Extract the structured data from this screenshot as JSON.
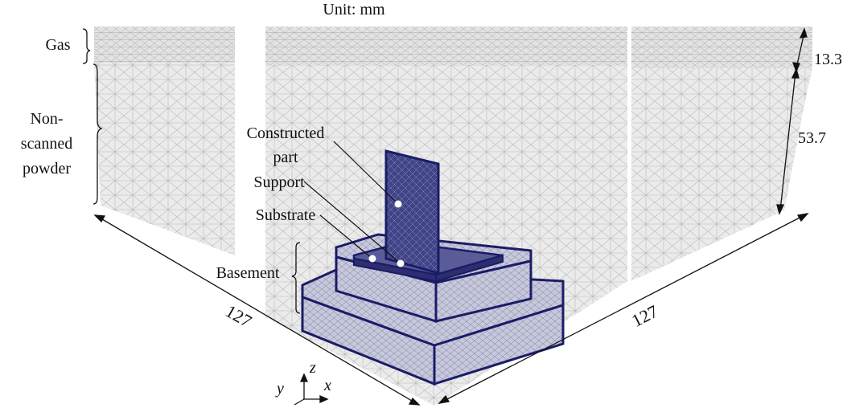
{
  "title": "Unit: mm",
  "labels": {
    "gas": "Gas",
    "non_scanned_powder": [
      "Non-",
      "scanned",
      "powder"
    ],
    "constructed_part": [
      "Constructed",
      "part"
    ],
    "support": "Support",
    "substrate": "Substrate",
    "basement": "Basement"
  },
  "dimensions": {
    "gas_height": "13.3",
    "powder_height": "53.7",
    "width_left": "127",
    "width_right": "127"
  },
  "axes": {
    "x": "x",
    "y": "y",
    "z": "z"
  },
  "colors": {
    "mesh_fill": "#e9e9e9",
    "mesh_line": "#b7b7b7",
    "part_fill": "#3a3d7e",
    "part_edge": "#1b1c66",
    "basement_fill": "#c9cadb",
    "dimension_line": "#111111"
  }
}
